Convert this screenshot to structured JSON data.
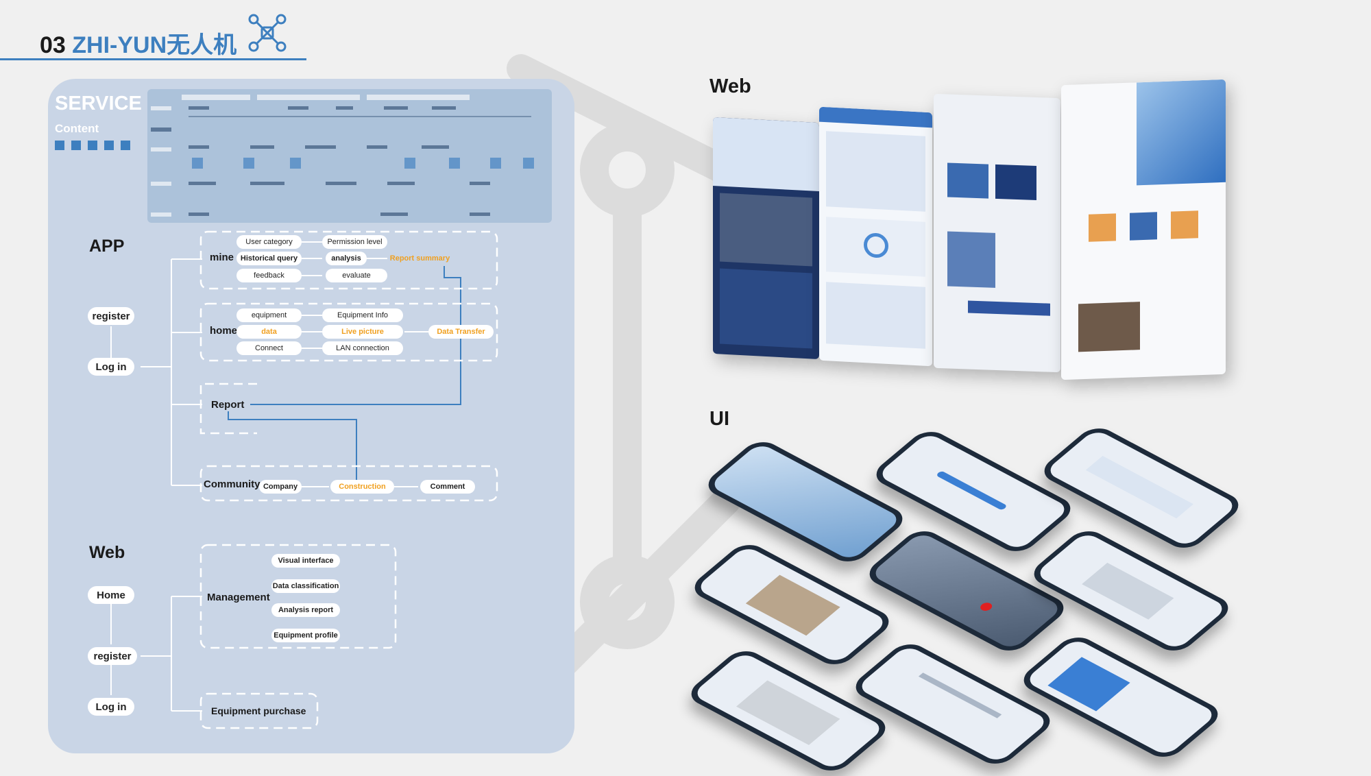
{
  "header": {
    "number": "03",
    "title": "ZHI-YUN无人机"
  },
  "service": {
    "title": "SERVICE",
    "subtitle": "Content"
  },
  "app": {
    "title": "APP",
    "entry": {
      "register": "register",
      "login": "Log in"
    },
    "mine": {
      "label": "mine",
      "col1": [
        "User category",
        "Historical query",
        "feedback"
      ],
      "col2": [
        "Permission level",
        "analysis",
        "evaluate"
      ],
      "extra": "Report summary"
    },
    "home": {
      "label": "home",
      "col1": [
        "equipment",
        "data",
        "Connect"
      ],
      "col2": [
        "Equipment Info",
        "Live picture",
        "LAN connection"
      ],
      "extra": "Data Transfer"
    },
    "report": "Report",
    "community": {
      "label": "Community",
      "items": [
        "Company",
        "Construction",
        "Comment"
      ]
    }
  },
  "web": {
    "title": "Web",
    "entry": {
      "home": "Home",
      "register": "register",
      "login": "Log in"
    },
    "management": {
      "label": "Management",
      "items": [
        "Visual interface",
        "Data classification",
        "Analysis report",
        "Equipment profile"
      ]
    },
    "purchase": "Equipment purchase"
  },
  "showcase": {
    "web_label": "Web",
    "ui_label": "UI"
  },
  "colors": {
    "accent": "#3d7fbf",
    "highlight": "#f0a020",
    "panel": "#c9d5e6"
  }
}
